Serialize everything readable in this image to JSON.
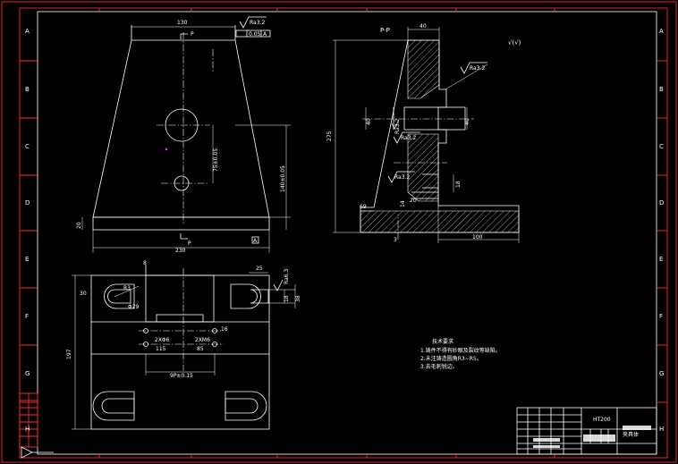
{
  "zone_letters_left": [
    "A",
    "B",
    "C",
    "D",
    "E",
    "F",
    "G",
    "H"
  ],
  "zone_letters_right": [
    "A",
    "B",
    "C",
    "D",
    "E",
    "F",
    "G",
    "H"
  ],
  "front_view": {
    "dim_top": "130",
    "dim_bottom": "230",
    "dim_height": "140±0.05",
    "dim_hole": "75±0.05",
    "dim_base": "20",
    "section_mark_top": "P",
    "section_mark_bottom": "P",
    "roughness_top": "Ra3.2",
    "tolerance_code": "0.05",
    "datum_letter": "A",
    "datum_box": "A"
  },
  "section_view": {
    "title": "P-P",
    "dim_width_top": "40",
    "dim_height": "275",
    "dim_bore": "40",
    "dim_bore_side": "40",
    "dim_step": "18",
    "dim_bottom_left": "69",
    "dim_bottom_right": "100",
    "dim_small_1": "20",
    "dim_small_2": "14",
    "dim_small_3": "3",
    "roughness_1": "Ra3.2",
    "roughness_2": "Ra3.2",
    "roughness_3": "Ra3.2",
    "roughness_4": "Ra3.2",
    "general_roughness": "√(√)"
  },
  "plan_view": {
    "dim_left_slot": "30",
    "dim_radius": "R3",
    "dim_dia": "Φ29",
    "dim_top_mark": "8",
    "dim_right_slot_w": "25",
    "dim_right_1": "18",
    "dim_right_2": "38",
    "dim_height": "197",
    "hole_label_left": "2XΦ6",
    "hole_label_right": "2XM6",
    "hole_sub_left": "115",
    "hole_sub_right": "85",
    "hole_dim_right": "16",
    "dim_bottom": "9P±0.15",
    "roughness": "Ra6.3"
  },
  "notes": {
    "heading": "技术要求",
    "items": [
      "1.铸件不得有砂眼及裂纹等缺陷。",
      "2.未注铸造圆角R3~R5。",
      "3.去毛刺锐边。"
    ]
  },
  "title_block": {
    "name": "HT200",
    "code": "夹具体"
  }
}
